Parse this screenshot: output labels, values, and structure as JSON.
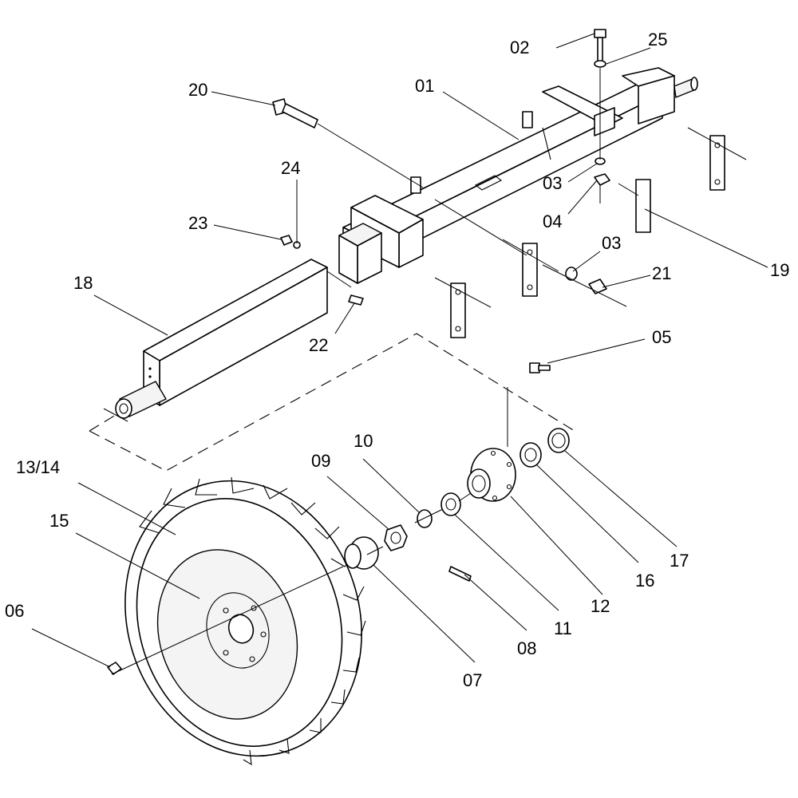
{
  "diagram": {
    "title": "Axle, wheel hub and tyre assembly — exploded view",
    "labels": {
      "p01": "01",
      "p02": "02",
      "p03a": "03",
      "p03b": "03",
      "p04": "04",
      "p05": "05",
      "p06": "06",
      "p07": "07",
      "p08": "08",
      "p09": "09",
      "p10": "10",
      "p11": "11",
      "p12": "12",
      "p13_14": "13/14",
      "p15": "15",
      "p16": "16",
      "p17": "17",
      "p18": "18",
      "p19": "19",
      "p20": "20",
      "p21": "21",
      "p22": "22",
      "p23": "23",
      "p24": "24",
      "p25": "25"
    }
  }
}
